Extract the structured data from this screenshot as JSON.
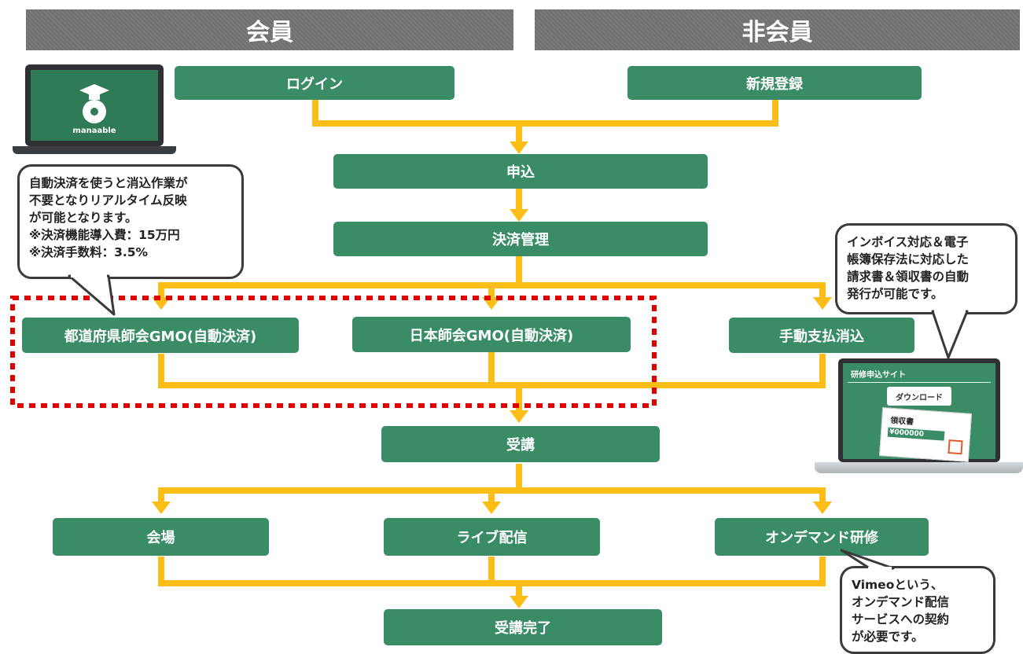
{
  "headers": {
    "member": "会員",
    "non_member": "非会員"
  },
  "flow": {
    "login": "ログイン",
    "register": "新規登録",
    "apply": "申込",
    "payment_mgmt": "決済管理",
    "pref_gmo": "都道府県師会GMO(自動決済)",
    "japan_gmo": "日本師会GMO(自動決済)",
    "manual": "手動支払消込",
    "attend": "受講",
    "venue": "会場",
    "live": "ライブ配信",
    "on_demand": "オンデマンド研修",
    "complete": "受講完了"
  },
  "callouts": {
    "auto_payment": "自動決済を使うと消込作業が\n不要となりリアルタイム反映\nが可能となります。\n※決済機能導入費：15万円\n※決済手数料：3.5%",
    "invoice": "インボイス対応＆電子\n帳簿保存法に対応した\n請求書＆領収書の自動\n発行が可能です。",
    "vimeo": "Vimeoという、\nオンデマンド配信\nサービスへの契約\nが必要です。"
  },
  "laptop_left": {
    "brand": "manaable"
  },
  "laptop_right": {
    "site_title": "研修申込サイト",
    "download": "ダウンロード",
    "receipt_title": "領収書",
    "receipt_amount": "¥000000"
  },
  "colors": {
    "box": "#3a8c67",
    "connector": "#fbbd16",
    "dashed_frame": "#e00000",
    "header": "#747474"
  }
}
